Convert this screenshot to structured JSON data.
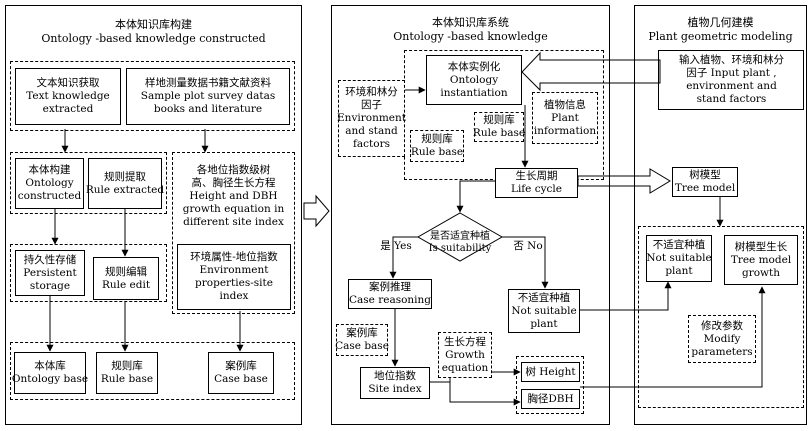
{
  "left_panel": {
    "title_cn": "本体知识库构建",
    "title_en": "Ontology -based knowledge constructed",
    "text_acq": [
      "文本知识获取",
      "Text knowledge",
      "extracted"
    ],
    "sample_plot": [
      "样地测量数据书籍文献资料",
      "Sample plot survey datas",
      "books and literature"
    ],
    "ontology_construct": [
      "本体构建",
      "Ontology",
      "constructed"
    ],
    "rule_extract": [
      "规则提取",
      "Rule extracted"
    ],
    "growth_eq": [
      "各地位指数级树",
      "高、胸径生长方程",
      "Height and DBH",
      "growth equation in",
      "different site index"
    ],
    "persistent": [
      "持久性存储",
      "Persistent",
      "storage"
    ],
    "rule_edit": [
      "规则编辑",
      "Rule edit"
    ],
    "env_site": [
      "环境属性-地位指数",
      "Environment",
      "properties-site",
      "index"
    ],
    "ontology_base": [
      "本体库",
      "Ontology base"
    ],
    "rule_base": [
      "规则库",
      "Rule base"
    ],
    "case_base": [
      "案例库",
      "Case base"
    ]
  },
  "middle_panel": {
    "title_cn": "本体知识库系统",
    "title_en": "Ontology -based knowledge",
    "instantiation": [
      "本体实例化",
      "Ontology",
      "instantiation"
    ],
    "env_stand": [
      "环境和林分",
      "因子",
      "Environment",
      "and stand",
      "factors"
    ],
    "rule_base_a": [
      "规则库",
      "Rule base"
    ],
    "plant_info": [
      "植物信息",
      "Plant",
      "information"
    ],
    "rule_base_b": [
      "规则库",
      "Rule base"
    ],
    "life_cycle": [
      "生长周期",
      "Life cycle"
    ],
    "suitability": [
      "是否适宜种植",
      "Is  suitability"
    ],
    "yes": "是 Yes",
    "no": "否 No",
    "case_reasoning": [
      "案例推理",
      "Case reasoning"
    ],
    "not_suitable": [
      "不适宜种植",
      "Not suitable",
      "plant"
    ],
    "case_base": [
      "案例库",
      "Case base"
    ],
    "growth_equation": [
      "生长方程",
      "Growth",
      "equation"
    ],
    "site_index": [
      "地位指数",
      "Site index"
    ],
    "tree_height": "树 Height",
    "dbh": "胸径DBH"
  },
  "right_panel": {
    "title_cn": "植物几何建模",
    "title_en": "Plant geometric modeling",
    "input": [
      "输入植物、环境和林分",
      "因子 Input plant ,",
      "environment  and",
      "stand factors"
    ],
    "tree_model": [
      "树模型",
      "Tree model"
    ],
    "not_suitable": [
      "不适宜种植",
      "Not suitable",
      "plant"
    ],
    "tree_growth": [
      "树模型生长",
      "Tree model",
      "growth"
    ],
    "modify": [
      "修改参数",
      "Modify",
      "parameters"
    ]
  }
}
